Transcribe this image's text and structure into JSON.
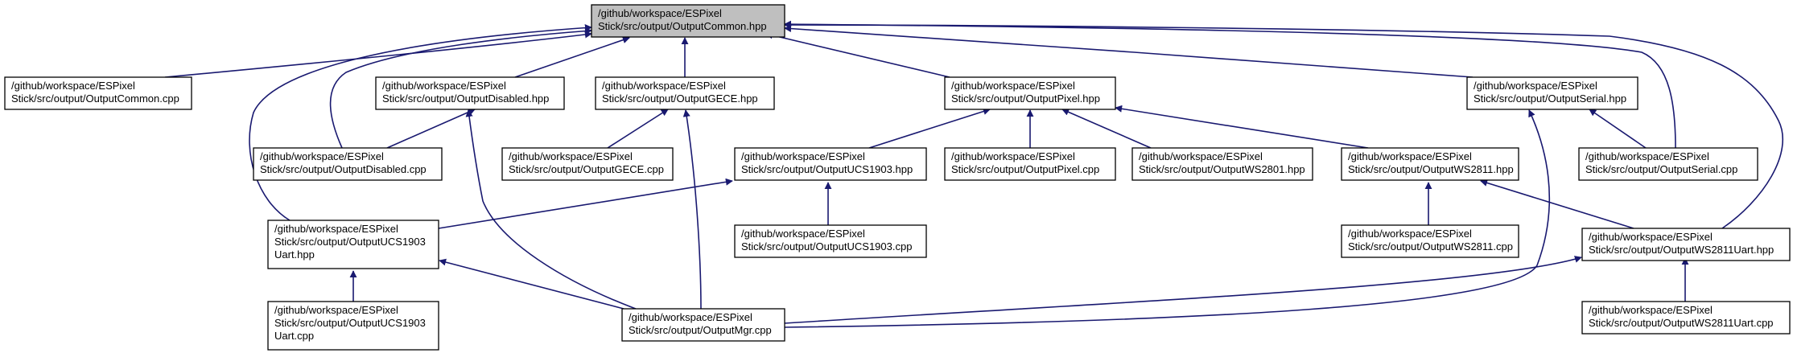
{
  "colors": {
    "edge": "#191970",
    "root_fill": "#bfbfbf",
    "node_fill": "#ffffff",
    "border": "#000000"
  },
  "nodes": {
    "common_hpp": {
      "lines": [
        "/github/workspace/ESPixel",
        "Stick/src/output/OutputCommon.hpp"
      ],
      "root": true
    },
    "common_cpp": {
      "lines": [
        "/github/workspace/ESPixel",
        "Stick/src/output/OutputCommon.cpp"
      ]
    },
    "disabled_hpp": {
      "lines": [
        "/github/workspace/ESPixel",
        "Stick/src/output/OutputDisabled.hpp"
      ]
    },
    "gece_hpp": {
      "lines": [
        "/github/workspace/ESPixel",
        "Stick/src/output/OutputGECE.hpp"
      ]
    },
    "pixel_hpp": {
      "lines": [
        "/github/workspace/ESPixel",
        "Stick/src/output/OutputPixel.hpp"
      ]
    },
    "serial_hpp": {
      "lines": [
        "/github/workspace/ESPixel",
        "Stick/src/output/OutputSerial.hpp"
      ]
    },
    "disabled_cpp": {
      "lines": [
        "/github/workspace/ESPixel",
        "Stick/src/output/OutputDisabled.cpp"
      ]
    },
    "gece_cpp": {
      "lines": [
        "/github/workspace/ESPixel",
        "Stick/src/output/OutputGECE.cpp"
      ]
    },
    "ucs1903_hpp": {
      "lines": [
        "/github/workspace/ESPixel",
        "Stick/src/output/OutputUCS1903.hpp"
      ]
    },
    "pixel_cpp": {
      "lines": [
        "/github/workspace/ESPixel",
        "Stick/src/output/OutputPixel.cpp"
      ]
    },
    "ws2801_hpp": {
      "lines": [
        "/github/workspace/ESPixel",
        "Stick/src/output/OutputWS2801.hpp"
      ]
    },
    "ws2811_hpp": {
      "lines": [
        "/github/workspace/ESPixel",
        "Stick/src/output/OutputWS2811.hpp"
      ]
    },
    "serial_cpp": {
      "lines": [
        "/github/workspace/ESPixel",
        "Stick/src/output/OutputSerial.cpp"
      ]
    },
    "ucs1903uart_hpp": {
      "lines": [
        "/github/workspace/ESPixel",
        "Stick/src/output/OutputUCS1903",
        "Uart.hpp"
      ]
    },
    "ucs1903_cpp": {
      "lines": [
        "/github/workspace/ESPixel",
        "Stick/src/output/OutputUCS1903.cpp"
      ]
    },
    "ws2811_cpp": {
      "lines": [
        "/github/workspace/ESPixel",
        "Stick/src/output/OutputWS2811.cpp"
      ]
    },
    "ws2811uart_hpp": {
      "lines": [
        "/github/workspace/ESPixel",
        "Stick/src/output/OutputWS2811Uart.hpp"
      ]
    },
    "ucs1903uart_cpp": {
      "lines": [
        "/github/workspace/ESPixel",
        "Stick/src/output/OutputUCS1903",
        "Uart.cpp"
      ]
    },
    "mgr_cpp": {
      "lines": [
        "/github/workspace/ESPixel",
        "Stick/src/output/OutputMgr.cpp"
      ]
    },
    "ws2811uart_cpp": {
      "lines": [
        "/github/workspace/ESPixel",
        "Stick/src/output/OutputWS2811Uart.cpp"
      ]
    }
  },
  "edges": [
    {
      "from": "common_cpp",
      "to": "common_hpp"
    },
    {
      "from": "disabled_hpp",
      "to": "common_hpp"
    },
    {
      "from": "gece_hpp",
      "to": "common_hpp"
    },
    {
      "from": "pixel_hpp",
      "to": "common_hpp"
    },
    {
      "from": "serial_hpp",
      "to": "common_hpp"
    },
    {
      "from": "disabled_cpp",
      "to": "common_hpp"
    },
    {
      "from": "serial_cpp",
      "to": "common_hpp"
    },
    {
      "from": "ucs1903uart_hpp",
      "to": "common_hpp"
    },
    {
      "from": "ws2811uart_hpp",
      "to": "common_hpp"
    },
    {
      "from": "disabled_cpp",
      "to": "disabled_hpp"
    },
    {
      "from": "mgr_cpp",
      "to": "disabled_hpp"
    },
    {
      "from": "gece_cpp",
      "to": "gece_hpp"
    },
    {
      "from": "mgr_cpp",
      "to": "gece_hpp"
    },
    {
      "from": "ucs1903_hpp",
      "to": "pixel_hpp"
    },
    {
      "from": "pixel_cpp",
      "to": "pixel_hpp"
    },
    {
      "from": "ws2801_hpp",
      "to": "pixel_hpp"
    },
    {
      "from": "ws2811_hpp",
      "to": "pixel_hpp"
    },
    {
      "from": "serial_cpp",
      "to": "serial_hpp"
    },
    {
      "from": "mgr_cpp",
      "to": "serial_hpp"
    },
    {
      "from": "ucs1903uart_hpp",
      "to": "ucs1903_hpp"
    },
    {
      "from": "ucs1903_cpp",
      "to": "ucs1903_hpp"
    },
    {
      "from": "ws2811_cpp",
      "to": "ws2811_hpp"
    },
    {
      "from": "ws2811uart_hpp",
      "to": "ws2811_hpp"
    },
    {
      "from": "ucs1903uart_cpp",
      "to": "ucs1903uart_hpp"
    },
    {
      "from": "mgr_cpp",
      "to": "ucs1903uart_hpp"
    },
    {
      "from": "mgr_cpp",
      "to": "ws2811uart_hpp"
    },
    {
      "from": "ws2811uart_cpp",
      "to": "ws2811uart_hpp"
    }
  ]
}
